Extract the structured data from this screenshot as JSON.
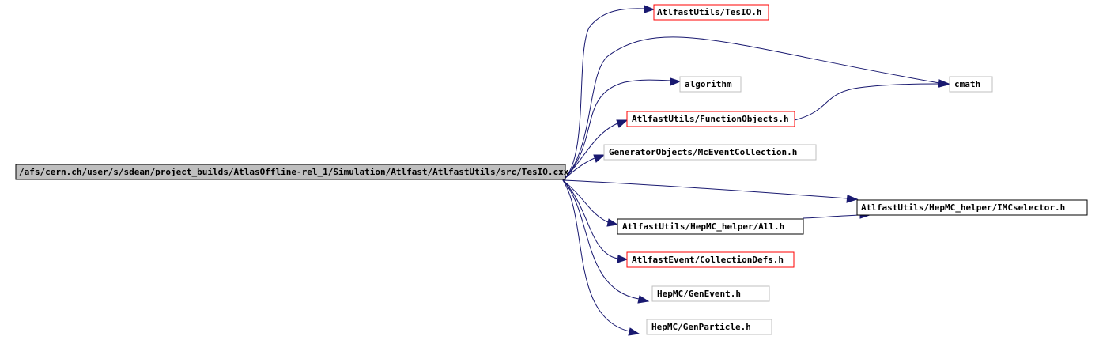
{
  "colors": {
    "edge": "#191970",
    "root_fill": "#bfbfbf",
    "root_border": "#000000",
    "plain_border": "#bfbfbf",
    "red_border": "#ff0000",
    "black_border": "#000000"
  },
  "nodes": {
    "root": {
      "label": "/afs/cern.ch/user/s/sdean/project_builds/AtlasOffline-rel_1/Simulation/Atlfast/AtlfastUtils/src/TesIO.cxx",
      "style": "root"
    },
    "tesio_h": {
      "label": "AtlfastUtils/TesIO.h",
      "style": "red"
    },
    "cmath": {
      "label": "cmath",
      "style": "plain"
    },
    "algorithm": {
      "label": "algorithm",
      "style": "plain"
    },
    "function_objects": {
      "label": "AtlfastUtils/FunctionObjects.h",
      "style": "red"
    },
    "mc_event_collection": {
      "label": "GeneratorObjects/McEventCollection.h",
      "style": "plain"
    },
    "imc_selector": {
      "label": "AtlfastUtils/HepMC_helper/IMCselector.h",
      "style": "black"
    },
    "hepmc_all": {
      "label": "AtlfastUtils/HepMC_helper/All.h",
      "style": "black"
    },
    "collection_defs": {
      "label": "AtlfastEvent/CollectionDefs.h",
      "style": "red"
    },
    "gen_event": {
      "label": "HepMC/GenEvent.h",
      "style": "plain"
    },
    "gen_particle": {
      "label": "HepMC/GenParticle.h",
      "style": "plain"
    }
  },
  "edges": [
    {
      "from": "root",
      "to": "tesio_h"
    },
    {
      "from": "root",
      "to": "cmath"
    },
    {
      "from": "root",
      "to": "algorithm"
    },
    {
      "from": "root",
      "to": "function_objects"
    },
    {
      "from": "root",
      "to": "mc_event_collection"
    },
    {
      "from": "root",
      "to": "imc_selector"
    },
    {
      "from": "root",
      "to": "hepmc_all"
    },
    {
      "from": "root",
      "to": "collection_defs"
    },
    {
      "from": "root",
      "to": "gen_event"
    },
    {
      "from": "root",
      "to": "gen_particle"
    },
    {
      "from": "function_objects",
      "to": "cmath"
    },
    {
      "from": "hepmc_all",
      "to": "imc_selector"
    }
  ]
}
